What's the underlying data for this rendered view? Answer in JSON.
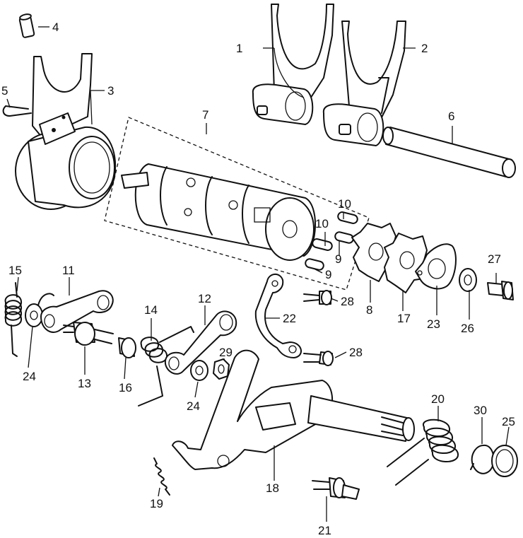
{
  "callouts": [
    {
      "id": "c1",
      "label": "1"
    },
    {
      "id": "c2",
      "label": "2"
    },
    {
      "id": "c3",
      "label": "3"
    },
    {
      "id": "c4",
      "label": "4"
    },
    {
      "id": "c5",
      "label": "5"
    },
    {
      "id": "c6",
      "label": "6"
    },
    {
      "id": "c7",
      "label": "7"
    },
    {
      "id": "c8",
      "label": "8"
    },
    {
      "id": "c9a",
      "label": "9"
    },
    {
      "id": "c9b",
      "label": "9"
    },
    {
      "id": "c10a",
      "label": "10"
    },
    {
      "id": "c10b",
      "label": "10"
    },
    {
      "id": "c11",
      "label": "11"
    },
    {
      "id": "c12",
      "label": "12"
    },
    {
      "id": "c13",
      "label": "13"
    },
    {
      "id": "c14",
      "label": "14"
    },
    {
      "id": "c15",
      "label": "15"
    },
    {
      "id": "c16",
      "label": "16"
    },
    {
      "id": "c17",
      "label": "17"
    },
    {
      "id": "c18",
      "label": "18"
    },
    {
      "id": "c19",
      "label": "19"
    },
    {
      "id": "c20",
      "label": "20"
    },
    {
      "id": "c21",
      "label": "21"
    },
    {
      "id": "c22",
      "label": "22"
    },
    {
      "id": "c23",
      "label": "23"
    },
    {
      "id": "c24a",
      "label": "24"
    },
    {
      "id": "c24b",
      "label": "24"
    },
    {
      "id": "c25",
      "label": "25"
    },
    {
      "id": "c26",
      "label": "26"
    },
    {
      "id": "c27",
      "label": "27"
    },
    {
      "id": "c28a",
      "label": "28"
    },
    {
      "id": "c28b",
      "label": "28"
    },
    {
      "id": "c29",
      "label": "29"
    },
    {
      "id": "c30",
      "label": "30"
    }
  ],
  "colors": {
    "ink": "#111111",
    "paper": "#ffffff"
  }
}
